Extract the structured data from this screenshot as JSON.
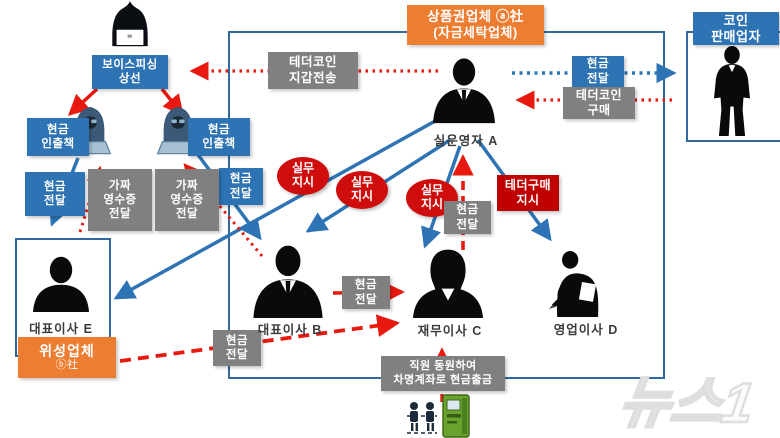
{
  "colors": {
    "label_blue": "#2e74b5",
    "label_gray": "#808080",
    "label_orange": "#ed7d31",
    "label_red": "#c00000",
    "oval_red": "#cf0d0d",
    "arrow_blue": "#2e74b5",
    "arrow_red": "#e8190f",
    "box_border_blue": "#31699e",
    "atm_green": "#6aa22e"
  },
  "boxes": {
    "phishing_boss": "보이스피싱\n상선",
    "withdrawer_left": "현금\n인출책",
    "withdrawer_right": "현금\n인출책",
    "cash_left": "현금\n전달",
    "cash_right": "현금\n전달",
    "receipt_left": "가짜\n영수증\n전달",
    "receipt_right": "가짜\n영수증\n전달",
    "tether_wallet": "테더코인\n지갑전송",
    "laundering_title": "상품권업체 ⓐ社",
    "laundering_sub": "(자금세탁업체)",
    "coin_seller": "코인\n판매업자",
    "cash_to_seller": "현금\n전달",
    "tether_buy": "테더코인\n구매",
    "order_1": "실무\n지시",
    "order_2": "실무\n지시",
    "order_3": "실무\n지시",
    "tether_order": "테더구매\n지시",
    "cash_c_to_a": "현금\n전달",
    "cash_b_to_c": "현금\n전달",
    "cash_e_to_c": "현금\n전달",
    "atm_note": "직원 동원하여\n차명계좌로 현금출금",
    "satellite_title": "위성업체",
    "satellite_sub": "ⓑ社"
  },
  "people": {
    "operator_a": "실운영자 A",
    "ceo_b": "대표이사 B",
    "cfo_c": "재무이사 C",
    "sales_d": "영업이사 D",
    "ceo_e": "대표이사 E"
  },
  "watermark": "뉴스1"
}
